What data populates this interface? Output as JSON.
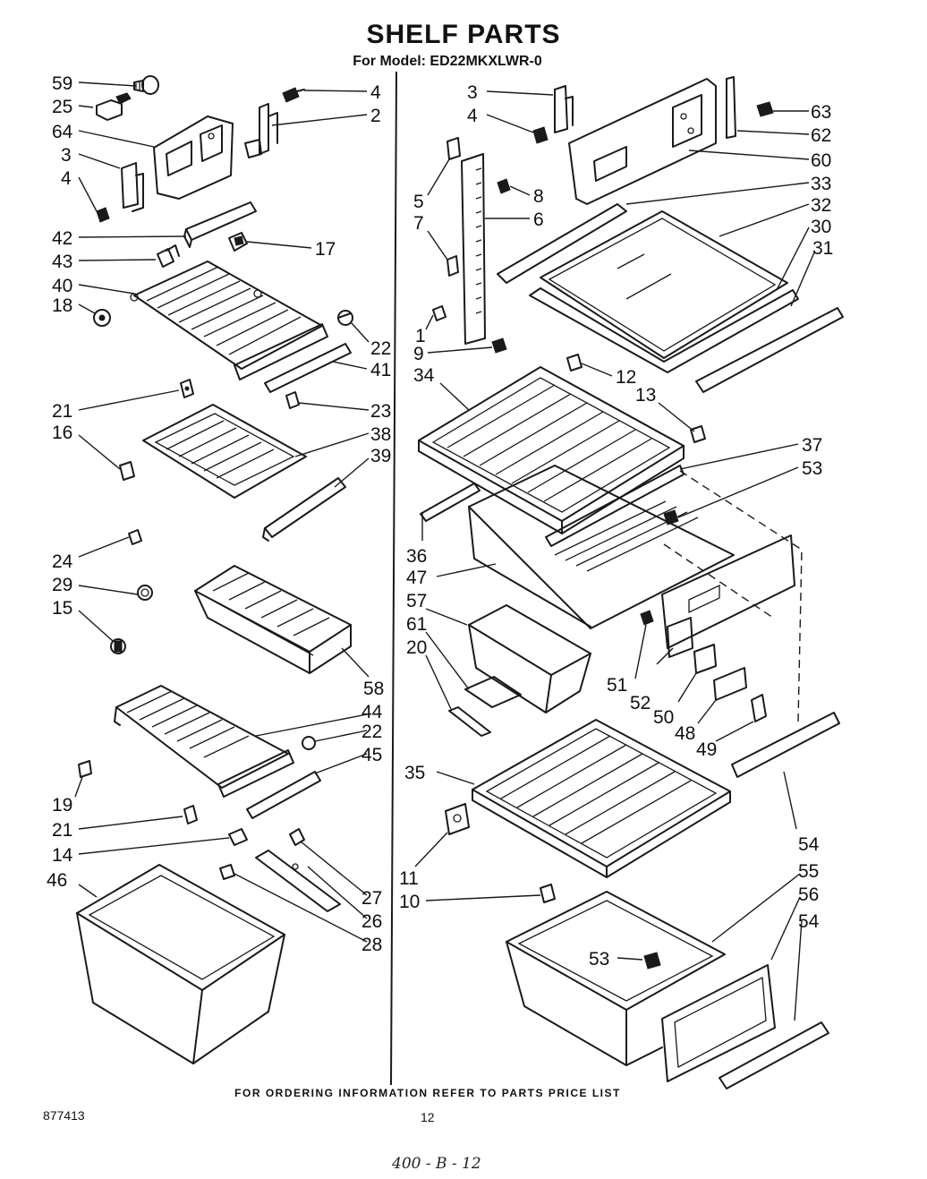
{
  "title": "SHELF PARTS",
  "subtitle": "For Model: ED22MKXLWR-0",
  "footer": "FOR ORDERING INFORMATION REFER TO PARTS PRICE LIST",
  "document_number": "877413",
  "page_number": "12",
  "handwritten_note": "400 - B - 12",
  "callouts": [
    {
      "id": "c59",
      "label": "59"
    },
    {
      "id": "c25",
      "label": "25"
    },
    {
      "id": "c64",
      "label": "64"
    },
    {
      "id": "c3l",
      "label": "3"
    },
    {
      "id": "c4l",
      "label": "4"
    },
    {
      "id": "c4lt",
      "label": "4"
    },
    {
      "id": "c2",
      "label": "2"
    },
    {
      "id": "c42",
      "label": "42"
    },
    {
      "id": "c43",
      "label": "43"
    },
    {
      "id": "c17",
      "label": "17"
    },
    {
      "id": "c40",
      "label": "40"
    },
    {
      "id": "c18",
      "label": "18"
    },
    {
      "id": "c22a",
      "label": "22"
    },
    {
      "id": "c41",
      "label": "41"
    },
    {
      "id": "c21a",
      "label": "21"
    },
    {
      "id": "c23",
      "label": "23"
    },
    {
      "id": "c16",
      "label": "16"
    },
    {
      "id": "c38",
      "label": "38"
    },
    {
      "id": "c39",
      "label": "39"
    },
    {
      "id": "c24",
      "label": "24"
    },
    {
      "id": "c29",
      "label": "29"
    },
    {
      "id": "c15",
      "label": "15"
    },
    {
      "id": "c58",
      "label": "58"
    },
    {
      "id": "c44",
      "label": "44"
    },
    {
      "id": "c22b",
      "label": "22"
    },
    {
      "id": "c45",
      "label": "45"
    },
    {
      "id": "c19",
      "label": "19"
    },
    {
      "id": "c21b",
      "label": "21"
    },
    {
      "id": "c14",
      "label": "14"
    },
    {
      "id": "c46",
      "label": "46"
    },
    {
      "id": "c27",
      "label": "27"
    },
    {
      "id": "c26",
      "label": "26"
    },
    {
      "id": "c28",
      "label": "28"
    },
    {
      "id": "c3r",
      "label": "3"
    },
    {
      "id": "c4r",
      "label": "4"
    },
    {
      "id": "c63",
      "label": "63"
    },
    {
      "id": "c62",
      "label": "62"
    },
    {
      "id": "c60",
      "label": "60"
    },
    {
      "id": "c5",
      "label": "5"
    },
    {
      "id": "c8",
      "label": "8"
    },
    {
      "id": "c6",
      "label": "6"
    },
    {
      "id": "c33",
      "label": "33"
    },
    {
      "id": "c32",
      "label": "32"
    },
    {
      "id": "c7",
      "label": "7"
    },
    {
      "id": "c30",
      "label": "30"
    },
    {
      "id": "c31",
      "label": "31"
    },
    {
      "id": "c1",
      "label": "1"
    },
    {
      "id": "c9",
      "label": "9"
    },
    {
      "id": "c34",
      "label": "34"
    },
    {
      "id": "c12",
      "label": "12"
    },
    {
      "id": "c13",
      "label": "13"
    },
    {
      "id": "c37",
      "label": "37"
    },
    {
      "id": "c53a",
      "label": "53"
    },
    {
      "id": "c36",
      "label": "36"
    },
    {
      "id": "c47",
      "label": "47"
    },
    {
      "id": "c57",
      "label": "57"
    },
    {
      "id": "c61",
      "label": "61"
    },
    {
      "id": "c20",
      "label": "20"
    },
    {
      "id": "c51",
      "label": "51"
    },
    {
      "id": "c52",
      "label": "52"
    },
    {
      "id": "c50",
      "label": "50"
    },
    {
      "id": "c48",
      "label": "48"
    },
    {
      "id": "c49",
      "label": "49"
    },
    {
      "id": "c35",
      "label": "35"
    },
    {
      "id": "c54a",
      "label": "54"
    },
    {
      "id": "c11",
      "label": "11"
    },
    {
      "id": "c10",
      "label": "10"
    },
    {
      "id": "c55",
      "label": "55"
    },
    {
      "id": "c56",
      "label": "56"
    },
    {
      "id": "c54b",
      "label": "54"
    },
    {
      "id": "c53b",
      "label": "53"
    }
  ]
}
